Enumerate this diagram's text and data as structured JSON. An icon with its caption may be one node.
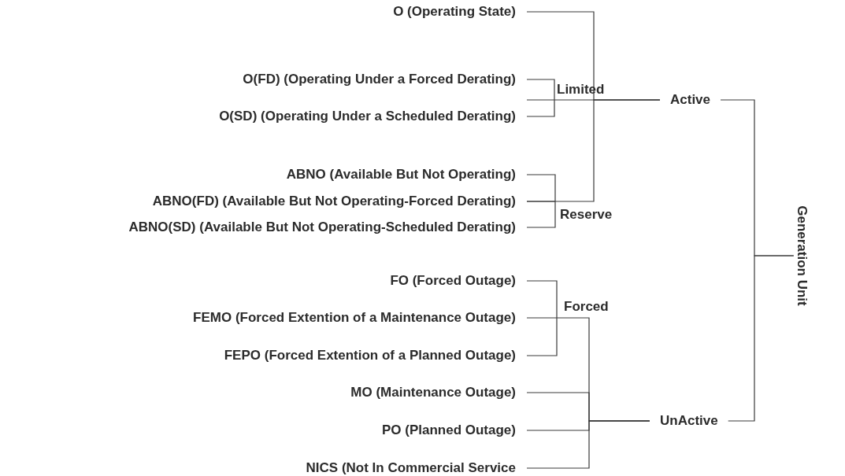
{
  "diagram": {
    "nodes": [
      {
        "text": [
          "O (Operating State)"
        ]
      },
      {
        "text": [
          "O(FD) (Operating Under a Forced Derating)"
        ]
      },
      {
        "text": [
          "O(SD) (Operating Under a Scheduled Derating)"
        ]
      },
      {
        "text": [
          "ABNO (Available But Not Operating)"
        ]
      },
      {
        "text": [
          "ABNO(FD) (Available But Not Operating-Forced Derating)"
        ]
      },
      {
        "text": [
          "ABNO(SD) (Available But Not Operating-Scheduled Derating)"
        ]
      },
      {
        "text": [
          "FO (Forced Outage)"
        ]
      },
      {
        "text": [
          "FEMO (Forced Extention of a Maintenance Outage)"
        ]
      },
      {
        "text": [
          "FEPO (Forced Extention of a Planned Outage)"
        ]
      },
      {
        "text": [
          "MO (Maintenance Outage)"
        ]
      },
      {
        "text": [
          "PO (Planned Outage)"
        ]
      },
      {
        "text": [
          "NICS (Not In Commercial Service"
        ]
      },
      {
        "text": [
          "Limited"
        ]
      },
      {
        "text": [
          "Reserve"
        ]
      },
      {
        "text": [
          "Forced"
        ]
      },
      {
        "text": [
          "Active"
        ]
      },
      {
        "text": [
          "UnActive"
        ]
      },
      {
        "text": [
          "Generation Unit"
        ]
      }
    ],
    "edges": [
      {
        "from": 0,
        "to": 15,
        "arrow": "none"
      },
      {
        "from": 4,
        "to": 15,
        "arrow": "none"
      },
      {
        "from": 1,
        "to": 12,
        "arrow": "none"
      },
      {
        "from": 2,
        "to": 12,
        "arrow": "none"
      },
      {
        "from": 12,
        "to": 15,
        "arrow": "none"
      },
      {
        "from": 3,
        "to": 13,
        "arrow": "none"
      },
      {
        "from": 4,
        "to": 13,
        "arrow": "none"
      },
      {
        "from": 5,
        "to": 13,
        "arrow": "none"
      },
      {
        "from": 6,
        "to": 14,
        "arrow": "none"
      },
      {
        "from": 8,
        "to": 14,
        "arrow": "none"
      },
      {
        "from": 7,
        "to": 16,
        "arrow": "none"
      },
      {
        "from": 9,
        "to": 16,
        "arrow": "none"
      },
      {
        "from": 10,
        "to": 16,
        "arrow": "none"
      },
      {
        "from": 11,
        "to": 16,
        "arrow": "none"
      },
      {
        "from": 15,
        "to": 17,
        "arrow": "none"
      },
      {
        "from": 16,
        "to": 17,
        "arrow": "none"
      }
    ]
  }
}
